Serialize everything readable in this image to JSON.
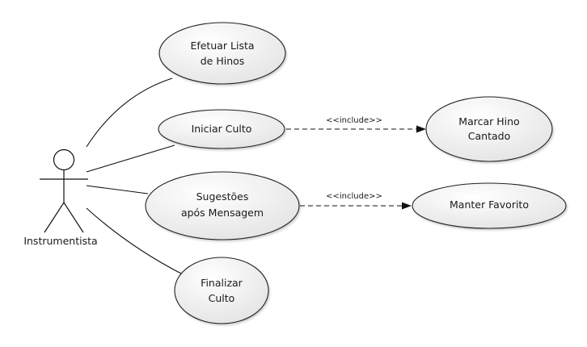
{
  "actor": {
    "name": "Instrumentista"
  },
  "use_cases": {
    "efetuar_lista": [
      "Efetuar Lista",
      "de Hinos"
    ],
    "iniciar_culto": [
      "Iniciar Culto"
    ],
    "sugestoes": [
      "Sugestões",
      "após Mensagem"
    ],
    "finalizar_culto": [
      "Finalizar",
      "Culto"
    ],
    "marcar_hino": [
      "Marcar Hino",
      "Cantado"
    ],
    "manter_favorito": [
      "Manter Favorito"
    ]
  },
  "relations": {
    "include_1": "<<include>>",
    "include_2": "<<include>>"
  }
}
